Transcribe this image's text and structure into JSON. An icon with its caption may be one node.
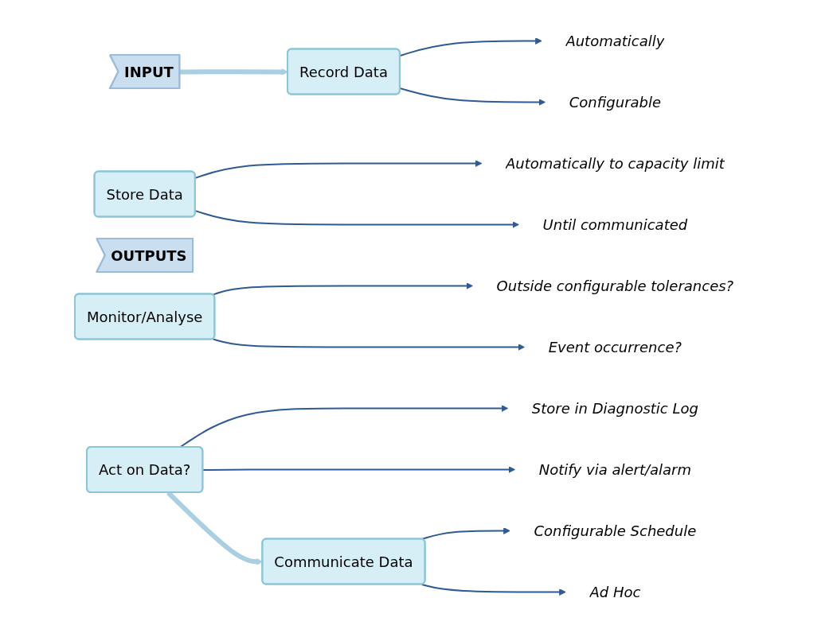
{
  "diagram": {
    "nodes": [
      {
        "text": [
          "INPUT"
        ]
      },
      {
        "text": [
          "Record Data"
        ]
      },
      {
        "text": [
          "Automatically"
        ]
      },
      {
        "text": [
          "Configurable"
        ]
      },
      {
        "text": [
          "Store Data"
        ]
      },
      {
        "text": [
          "Automatically to capacity limit"
        ]
      },
      {
        "text": [
          "Until communicated"
        ]
      },
      {
        "text": [
          "Communicate Data"
        ]
      },
      {
        "text": [
          "Configurable Schedule"
        ]
      },
      {
        "text": [
          "Ad Hoc"
        ]
      },
      {
        "text": [
          "OUTPUTS"
        ]
      },
      {
        "text": [
          "Monitor/Analyse"
        ]
      },
      {
        "text": [
          "Outside configurable tolerances?"
        ]
      },
      {
        "text": [
          "Event occurrence?"
        ]
      },
      {
        "text": [
          "Act on Data?"
        ]
      },
      {
        "text": [
          "Store in Diagnostic Log"
        ]
      },
      {
        "text": [
          "Notify via alert/alarm"
        ]
      }
    ],
    "edges": [
      {
        "from": 0,
        "to": 1,
        "arrow": "to",
        "style": "thick",
        "color": "#a9cfe0"
      },
      {
        "from": 1,
        "to": 2,
        "arrow": "to"
      },
      {
        "from": 1,
        "to": 3,
        "arrow": "to"
      },
      {
        "from": 4,
        "to": 5,
        "arrow": "to"
      },
      {
        "from": 4,
        "to": 6,
        "arrow": "to"
      },
      {
        "from": 7,
        "to": 8,
        "arrow": "to"
      },
      {
        "from": 7,
        "to": 9,
        "arrow": "to"
      },
      {
        "from": 11,
        "to": 12,
        "arrow": "to"
      },
      {
        "from": 11,
        "to": 13,
        "arrow": "to"
      },
      {
        "from": 14,
        "to": 15,
        "arrow": "to"
      },
      {
        "from": 14,
        "to": 16,
        "arrow": "to"
      },
      {
        "from": 14,
        "to": 7,
        "arrow": "to",
        "style": "thick",
        "color": "#a9cfe0"
      }
    ]
  }
}
